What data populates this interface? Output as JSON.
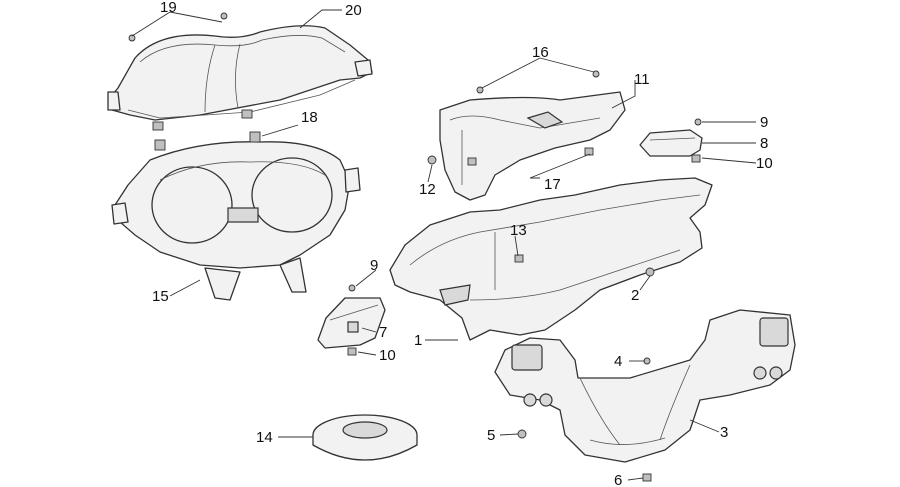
{
  "diagram": {
    "callouts": [
      {
        "id": "c1",
        "label": "1"
      },
      {
        "id": "c2",
        "label": "2"
      },
      {
        "id": "c3",
        "label": "3"
      },
      {
        "id": "c4",
        "label": "4"
      },
      {
        "id": "c5",
        "label": "5"
      },
      {
        "id": "c6",
        "label": "6"
      },
      {
        "id": "c7",
        "label": "7"
      },
      {
        "id": "c8",
        "label": "8"
      },
      {
        "id": "c9a",
        "label": "9"
      },
      {
        "id": "c9b",
        "label": "9"
      },
      {
        "id": "c10a",
        "label": "10"
      },
      {
        "id": "c10b",
        "label": "10"
      },
      {
        "id": "c11",
        "label": "11"
      },
      {
        "id": "c12",
        "label": "12"
      },
      {
        "id": "c13",
        "label": "13"
      },
      {
        "id": "c14",
        "label": "14"
      },
      {
        "id": "c15",
        "label": "15"
      },
      {
        "id": "c16",
        "label": "16"
      },
      {
        "id": "c17",
        "label": "17"
      },
      {
        "id": "c18",
        "label": "18"
      },
      {
        "id": "c19",
        "label": "19"
      },
      {
        "id": "c20",
        "label": "20"
      }
    ]
  }
}
